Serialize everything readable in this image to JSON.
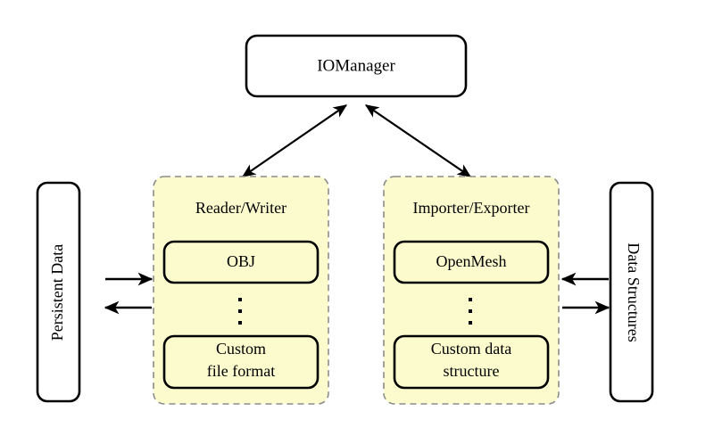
{
  "diagram": {
    "title_node": {
      "label": "IOManager"
    },
    "left_side_node": {
      "label": "Persistent Data",
      "orientation": "vertical-up"
    },
    "right_side_node": {
      "label": "Data Structures",
      "orientation": "vertical-down"
    },
    "panels": [
      {
        "title": "Reader/Writer",
        "items": [
          {
            "label": "OBJ"
          },
          {
            "label": "⋮",
            "is_ellipsis": true
          },
          {
            "label_line1": "Custom",
            "label_line2": "file format"
          }
        ]
      },
      {
        "title": "Importer/Exporter",
        "items": [
          {
            "label": "OpenMesh"
          },
          {
            "label": "⋮",
            "is_ellipsis": true
          },
          {
            "label_line1": "Custom data",
            "label_line2": "structure"
          }
        ]
      }
    ],
    "connectors": [
      {
        "name": "iomanager-to-reader-writer",
        "style": "double-headed-diagonal"
      },
      {
        "name": "iomanager-to-importer-exporter",
        "style": "double-headed-diagonal"
      },
      {
        "name": "persistent-data-to-reader-writer",
        "style": "single-arrow-right"
      },
      {
        "name": "reader-writer-to-persistent-data",
        "style": "single-arrow-left"
      },
      {
        "name": "data-structures-to-importer-exporter",
        "style": "single-arrow-left"
      },
      {
        "name": "importer-exporter-to-data-structures",
        "style": "single-arrow-right"
      }
    ],
    "colors": {
      "panel_fill": "#fbfbce",
      "panel_dash_stroke": "#8c8c8c",
      "node_stroke": "#000000",
      "node_fill_white": "#ffffff",
      "background": "#ffffff"
    }
  }
}
